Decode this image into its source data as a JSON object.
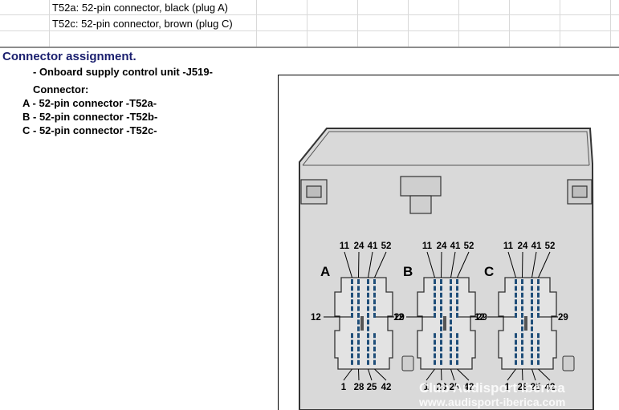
{
  "sheet": {
    "rows": [
      "T52a:  52-pin connector, black (plug A)",
      "T52c:  52-pin connector, brown (plug C)"
    ]
  },
  "heading": "Connector assignment.",
  "unit_line": "- Onboard supply control unit -J519-",
  "connector_label": "Connector:",
  "connectors": [
    "A - 52-pin connector -T52a-",
    "B - 52-pin connector -T52b-",
    "C - 52-pin connector -T52c-"
  ],
  "diagram": {
    "plugs": [
      "A",
      "B",
      "C"
    ],
    "pin_numbers_top": [
      "11",
      "24",
      "41",
      "52"
    ],
    "pin_number_left": "12",
    "pin_number_right": "29",
    "pin_numbers_bottom": [
      "1",
      "28",
      "25",
      "42"
    ],
    "watermark_line1": "Club Audisport Ibérica",
    "watermark_line2": "www.audisport-iberica.com",
    "colors": {
      "housing": "#d9d9d9",
      "outline": "#333333",
      "pins": "#1f4e79"
    }
  }
}
